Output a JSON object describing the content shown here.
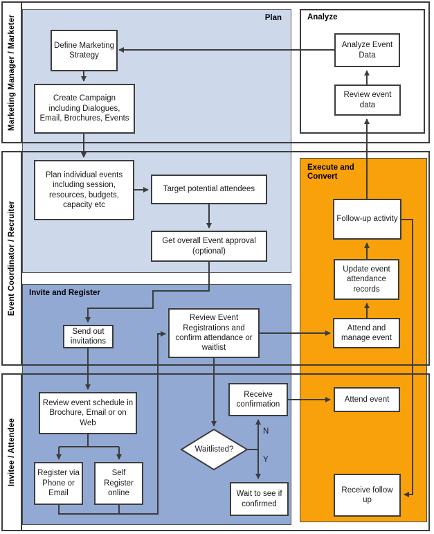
{
  "lanes": [
    {
      "label": "Marketing Manager / Marketer"
    },
    {
      "label": "Event Coordinator / Recruiter"
    },
    {
      "label": "Invitee / Attendee"
    }
  ],
  "regions": {
    "plan": {
      "label": "Plan"
    },
    "analyze": {
      "label": "Analyze"
    },
    "invite": {
      "label": "Invite and Register"
    },
    "execute": {
      "label": "Execute and Convert"
    }
  },
  "nodes": {
    "define_strategy": {
      "label": "Define Marketing Strategy"
    },
    "create_campaign": {
      "label": "Create Campaign including Dialogues, Email, Brochures, Events"
    },
    "plan_events": {
      "label": "Plan individual events including session, resources, budgets, capacity etc"
    },
    "target_attendees": {
      "label": "Target potential attendees"
    },
    "event_approval": {
      "label": "Get overall Event approval (optional)"
    },
    "send_invitations": {
      "label": "Send out invitations"
    },
    "review_registrations": {
      "label": "Review Event Registrations and confirm attendance or waitlist"
    },
    "review_schedule": {
      "label": "Review event schedule in Brochure, Email or on Web"
    },
    "register_phone": {
      "label": "Register via Phone or Email"
    },
    "self_register": {
      "label": "Self Register online"
    },
    "waitlisted": {
      "label": "Waitlisted?"
    },
    "receive_confirmation": {
      "label": "Receive confirmation"
    },
    "wait_confirmed": {
      "label": "Wait to see if confirmed"
    },
    "attend_event": {
      "label": "Attend event"
    },
    "receive_followup": {
      "label": "Receive follow up"
    },
    "attend_manage": {
      "label": "Attend and manage event"
    },
    "update_records": {
      "label": "Update event attendance records"
    },
    "followup_activity": {
      "label": "Follow-up activity"
    },
    "review_data": {
      "label": "Review event data"
    },
    "analyze_data": {
      "label": "Analyze Event Data"
    }
  },
  "branch_labels": {
    "no": "N",
    "yes": "Y"
  },
  "colors": {
    "plan_bg": "#CDD8EB",
    "invite_bg": "#92A9D4",
    "execute_bg": "#F9A10B",
    "line": "#3C3C3C"
  }
}
